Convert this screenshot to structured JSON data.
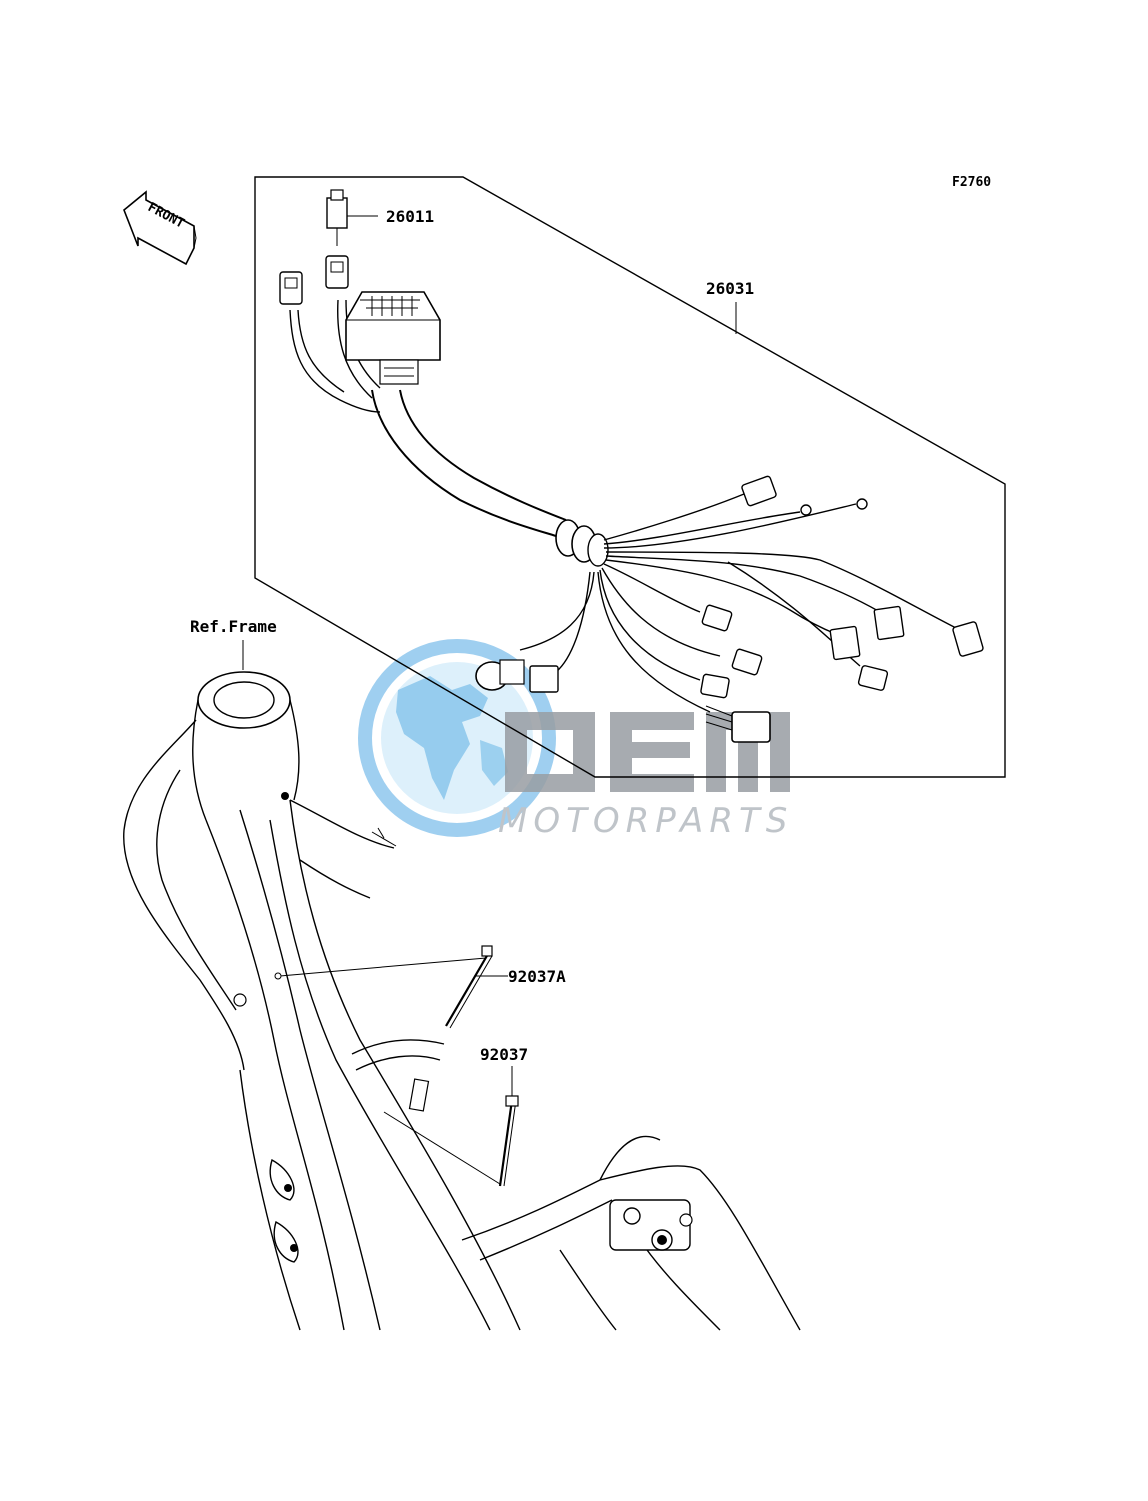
{
  "figure_code": "F2760",
  "front_indicator": "FRONT",
  "reference": "Ref.Frame",
  "parts": [
    {
      "number": "26011"
    },
    {
      "number": "26031"
    },
    {
      "number": "92037A"
    },
    {
      "number": "92037"
    }
  ],
  "watermark": {
    "logo_text": "OEM",
    "tagline": "MOTORPARTS",
    "colors": {
      "globe": "#4aa8e0",
      "ring": "#3d9de0",
      "letters": "#8c9298",
      "tagline": "#b9bec4"
    }
  }
}
